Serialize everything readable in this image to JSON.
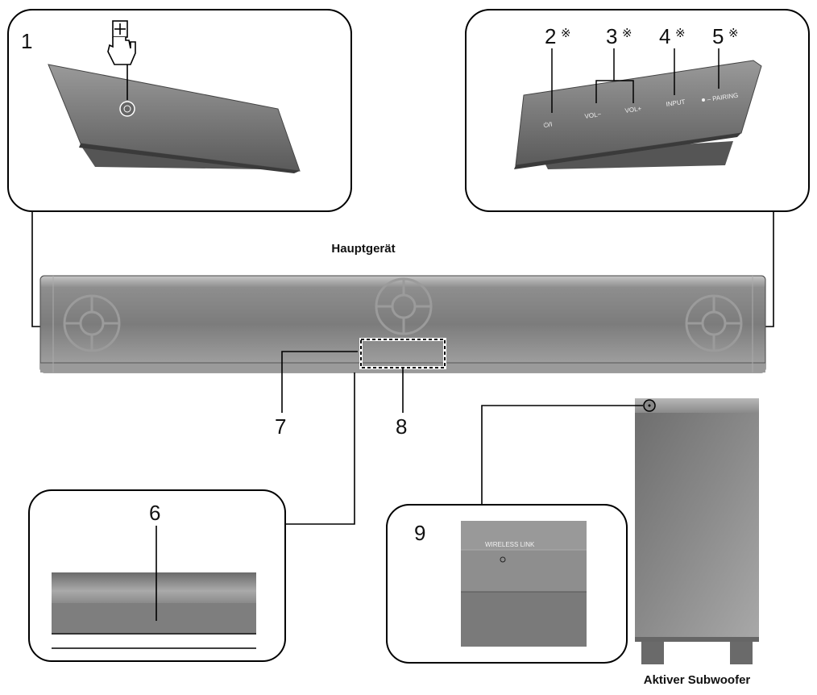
{
  "main_unit_label": "Hauptgerät",
  "subwoofer_label": "Aktiver Subwoofer",
  "callouts": {
    "c1": "1",
    "c2": "2",
    "c3": "3",
    "c4": "4",
    "c5": "5",
    "c6": "6",
    "c7": "7",
    "c8": "8",
    "c9": "9",
    "asterisk": "※"
  },
  "top_panel_labels": {
    "power": "⏻/I",
    "vol_down": "VOL−",
    "vol_up": "VOL+",
    "input": "INPUT",
    "pairing": "– PAIRING"
  },
  "subwoofer_panel_label": "WIRELESS LINK"
}
